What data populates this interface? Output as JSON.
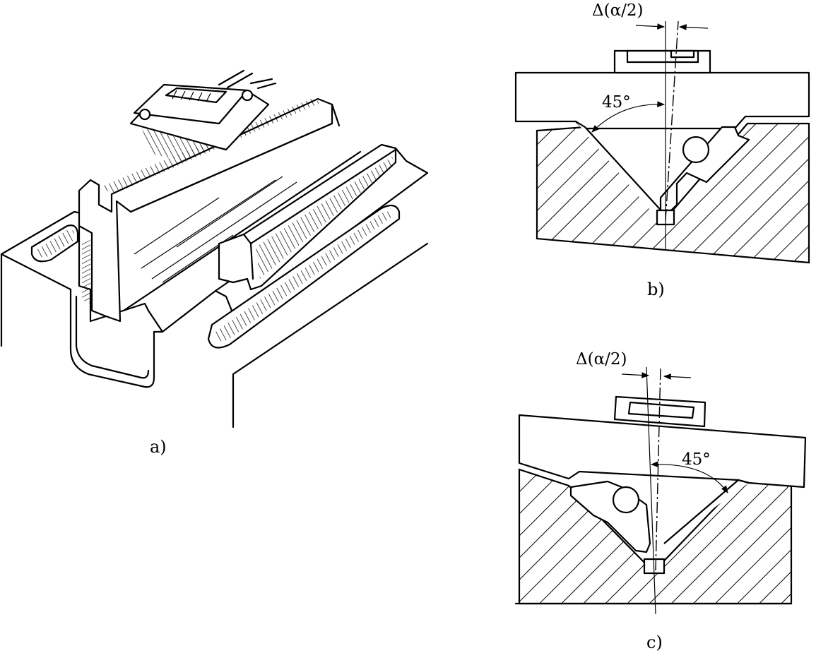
{
  "panels": {
    "a": {
      "caption": "a)"
    },
    "b": {
      "caption": "b)",
      "delta_label": "Δ(α/2)",
      "angle_label": "45°"
    },
    "c": {
      "caption": "c)",
      "delta_label": "Δ(α/2)",
      "angle_label": "45°"
    }
  },
  "colors": {
    "ink": "#000000",
    "paper": "#ffffff"
  }
}
